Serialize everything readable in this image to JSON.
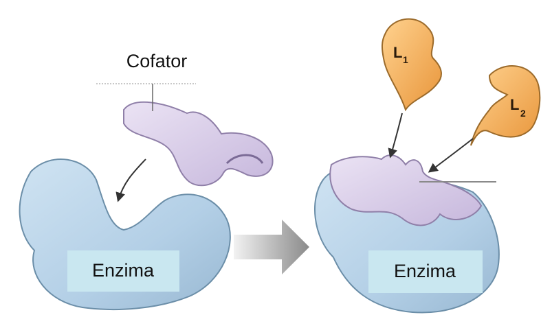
{
  "labels": {
    "cofactor": "Cofator",
    "enzyme_left": "Enzima",
    "enzyme_right": "Enzima",
    "ligand1_main": "L",
    "ligand1_sub": "1",
    "ligand2_main": "L",
    "ligand2_sub": "2"
  },
  "colors": {
    "enzyme_fill": "#b8d4ea",
    "enzyme_stroke": "#6b8ea8",
    "enzyme_label_box": "#c9e7f0",
    "cofactor_fill": "#d9cce8",
    "cofactor_stroke": "#8f7fa8",
    "ligand_fill": "#f2a94f",
    "ligand_stroke": "#9b6a2a",
    "process_arrow": "#9a9a9a",
    "pointer_line": "#444444"
  }
}
